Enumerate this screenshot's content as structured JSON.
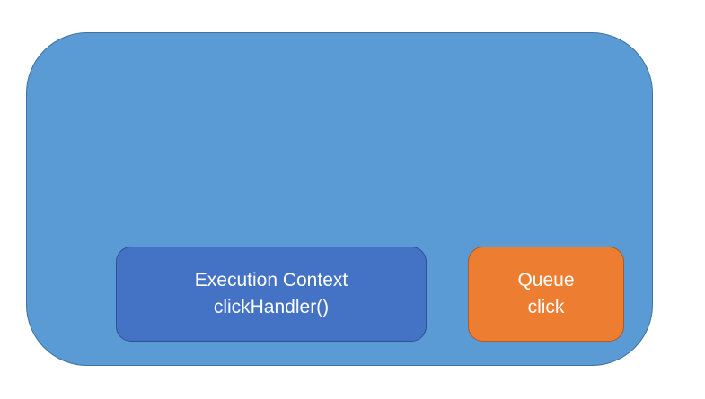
{
  "colors": {
    "runtime_fill": "#5b9bd5",
    "execution_context_fill": "#4472c4",
    "queue_fill": "#ed7d31",
    "text": "#ffffff"
  },
  "execution_context": {
    "title": "Execution Context",
    "content": "clickHandler()"
  },
  "queue": {
    "title": "Queue",
    "content": "click"
  }
}
